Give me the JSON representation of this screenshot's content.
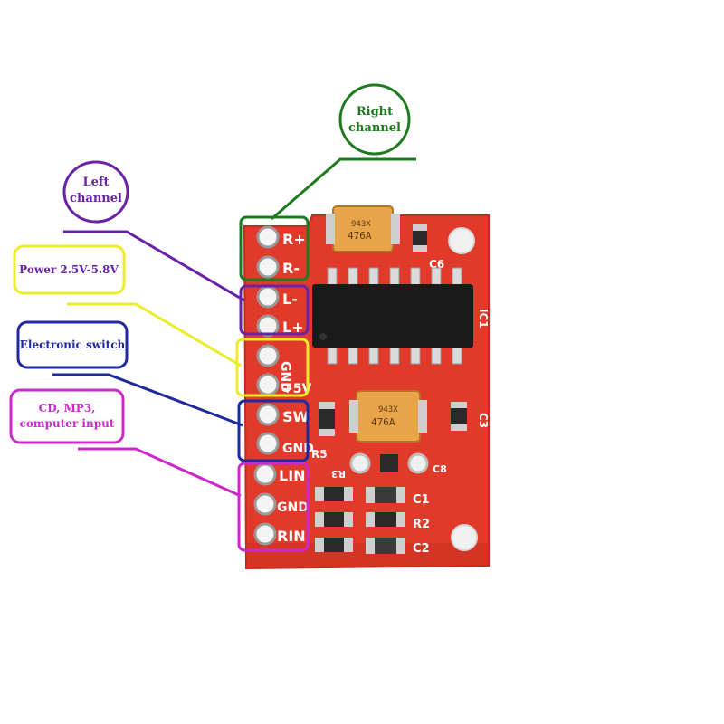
{
  "colors": {
    "right": "#1e7a1e",
    "left": "#6a22a8",
    "power": "#ecec2a",
    "switch": "#1f2aa0",
    "input": "#cc28cc",
    "board": "#e23a2a",
    "board_dark": "#b82418",
    "chip": "#1a1a1a",
    "cap": "#e8a448"
  },
  "callouts": {
    "right_channel": {
      "line1": "Right",
      "line2": "channel"
    },
    "left_channel": {
      "line1": "Left",
      "line2": "channel"
    },
    "power": {
      "text": "Power 2.5V-5.8V"
    },
    "switch": {
      "text": "Electronic switch"
    },
    "input": {
      "line1": "CD, MP3,",
      "line2": "computer input"
    }
  },
  "pins": {
    "r_plus": "R+",
    "r_minus": "R-",
    "l_minus": "L-",
    "l_plus": "L+",
    "gnd1": "GND",
    "v5": "+5V",
    "sw": "SW",
    "gnd2": "GND",
    "lin": "LIN",
    "gnd3": "GND",
    "rin": "RIN"
  },
  "silkscreen": {
    "c6": "C6",
    "ic1": "IC1",
    "c3": "C3",
    "r5": "R5",
    "r3": "R3",
    "c8": "C8",
    "c1": "C1",
    "r2": "R2",
    "c2": "C2"
  },
  "chip_marks": {
    "cap_top_a": "476A",
    "cap_top_b": "943X",
    "cap_mid_a": "476A",
    "cap_mid_b": "943X"
  },
  "icons": {
    "mounting_hole": "mounting-hole-icon",
    "pin_pad": "pin-pad-icon"
  }
}
